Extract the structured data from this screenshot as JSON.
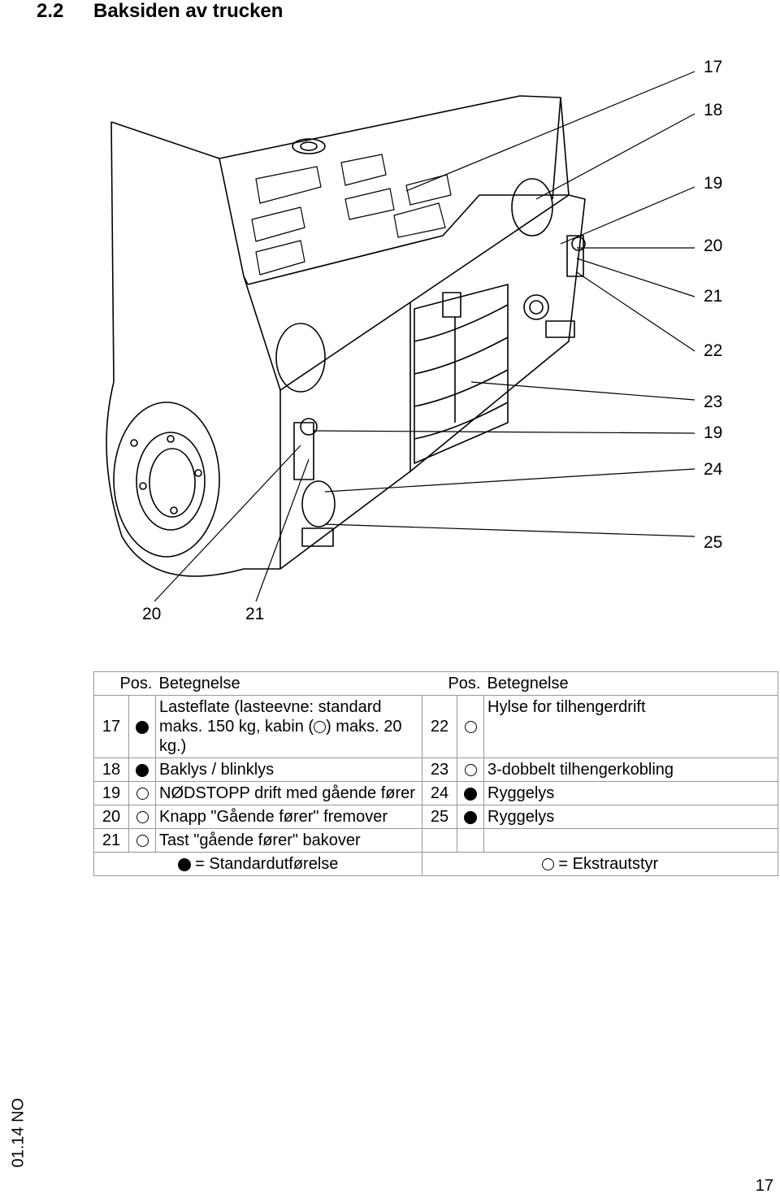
{
  "section": {
    "number": "2.2",
    "title": "Baksiden av trucken"
  },
  "callouts": [
    "17",
    "18",
    "19",
    "20",
    "21",
    "22",
    "23",
    "19",
    "24",
    "25",
    "20",
    "21"
  ],
  "table": {
    "header": {
      "pos1": "Pos.",
      "desc1": "Betegnelse",
      "pos2": "Pos.",
      "desc2": "Betegnelse"
    },
    "rows": [
      {
        "pos": "17",
        "std": true,
        "desc_a": "Lasteflate (lasteevne: standard maks. 150 kg, kabin (",
        "desc_b": ") maks. 20 kg.)",
        "pos2": "22",
        "std2": false,
        "desc2": "Hylse for tilhengerdrift"
      },
      {
        "pos": "18",
        "std": true,
        "desc": "Baklys / blinklys",
        "pos2": "23",
        "std2": false,
        "desc2": "3-dobbelt tilhengerkobling"
      },
      {
        "pos": "19",
        "std": false,
        "desc": "NØDSTOPP drift med gående fører",
        "pos2": "24",
        "std2": true,
        "desc2": "Ryggelys"
      },
      {
        "pos": "20",
        "std": false,
        "desc": "Knapp \"Gående fører\" fremover",
        "pos2": "25",
        "std2": true,
        "desc2": "Ryggelys"
      },
      {
        "pos": "21",
        "std": false,
        "desc": "Tast \"gående fører\" bakover",
        "pos2": "",
        "desc2": ""
      }
    ],
    "legend_standard": "= Standardutførelse",
    "legend_extra": "= Ekstrautstyr"
  },
  "footer": {
    "date": "01.14 NO",
    "page": "17"
  }
}
